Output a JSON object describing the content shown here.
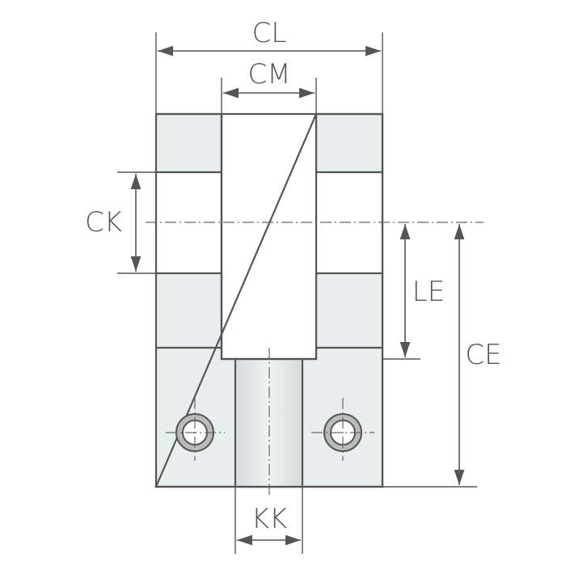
{
  "labels": {
    "cl": "CL",
    "cm": "CM",
    "ck": "CK",
    "le": "LE",
    "ce": "CE",
    "kk": "KK"
  },
  "colors": {
    "fill": "#e6efee",
    "stroke": "#555555",
    "hole_ring": "#bbbbbb",
    "background": "#ffffff"
  }
}
